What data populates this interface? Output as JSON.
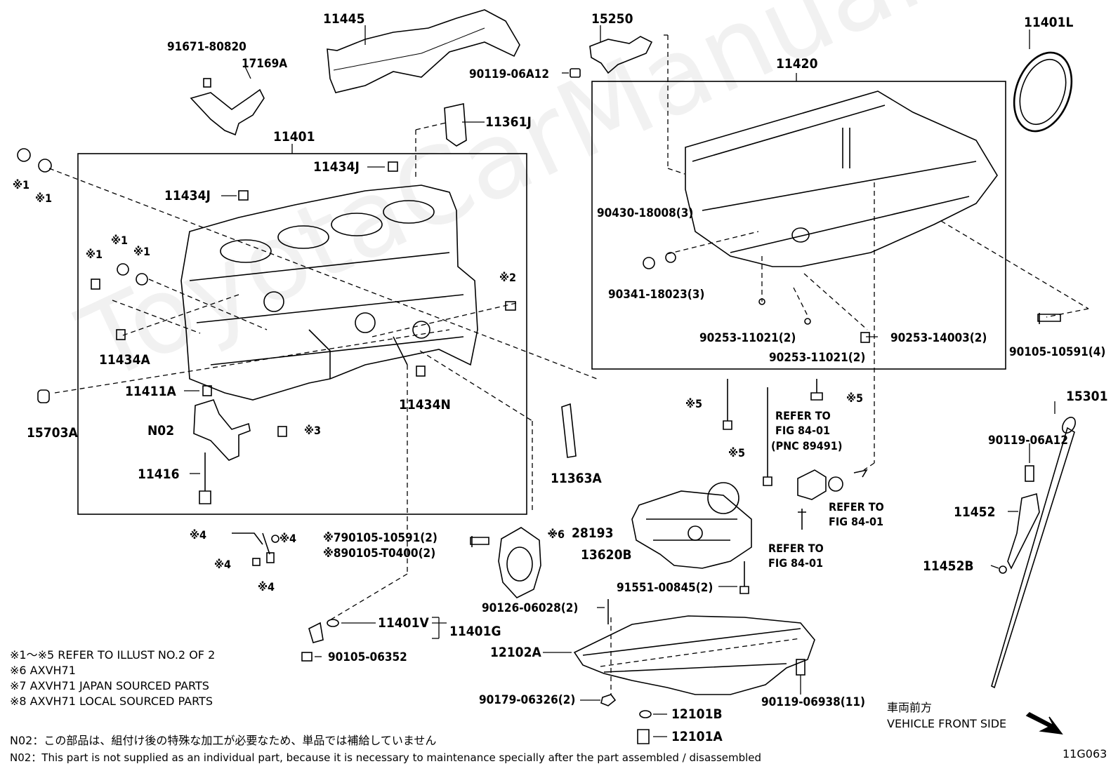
{
  "watermark": "ToyotaCarManual.ru",
  "figure_code": "11G063",
  "front_direction": {
    "jp": "車両前方",
    "en": "VEHICLE FRONT SIDE"
  },
  "labels": {
    "p11445": "11445",
    "p91671_80820": "91671-80820",
    "p17169A": "17169A",
    "p15250": "15250",
    "p90119_06A12_top": "90119-06A12",
    "p11401L": "11401L",
    "p11420": "11420",
    "p11361J": "11361J",
    "p11401": "11401",
    "p11434J_a": "11434J",
    "p11434J_b": "11434J",
    "mark1_a": "※1",
    "mark1_b": "※1",
    "mark1_c": "※1",
    "mark1_d": "※1",
    "mark1_e": "※1",
    "mark2": "※2",
    "mark3": "※3",
    "p11434A": "11434A",
    "p11411A": "11411A",
    "p11434N": "11434N",
    "p15703A": "15703A",
    "pN02": "N02",
    "p11416": "11416",
    "p90430_18008": "90430-18008(3)",
    "p90341_18023": "90341-18023(3)",
    "p90253_11021_a": "90253-11021(2)",
    "p90253_11021_b": "90253-11021(2)",
    "p90253_14003": "90253-14003(2)",
    "p90105_10591_4": "90105-10591(4)",
    "mark5_a": "※5",
    "mark5_b": "※5",
    "mark5_c": "※5",
    "refer1": "REFER TO",
    "refer1b": "FIG 84-01",
    "refer1c": "(PNC 89491)",
    "refer2": "REFER TO",
    "refer2b": "FIG 84-01",
    "refer3": "REFER TO",
    "refer3b": "FIG 84-01",
    "p11363A": "11363A",
    "p15301": "15301",
    "p90119_06A12_right": "90119-06A12",
    "p11452": "11452",
    "p11452B": "11452B",
    "mark4_a": "※4",
    "mark4_b": "※4",
    "mark4_c": "※4",
    "mark4_d": "※4",
    "p90105_10591_2": "※790105-10591(2)",
    "p90105_T0400": "※890105-T0400(2)",
    "mark6": "※6",
    "p28193": "28193",
    "p13620B": "13620B",
    "p91551_00845": "91551-00845(2)",
    "p90126_06028": "90126-06028(2)",
    "p11401V": "11401V",
    "p11401G": "11401G",
    "p90105_06352": "90105-06352",
    "p12102A": "12102A",
    "p90179_06326": "90179-06326(2)",
    "p90119_06938": "90119-06938(11)",
    "p12101B": "12101B",
    "p12101A": "12101A"
  },
  "notes": [
    "※1～※5  REFER TO ILLUST NO.2 OF 2",
    "※6 AXVH71",
    "※7 AXVH71 JAPAN SOURCED PARTS",
    "※8 AXVH71 LOCAL SOURCED PARTS"
  ],
  "footnotes": {
    "jp": "N02：この部品は、組付け後の特殊な加工が必要なため、単品では補給していません",
    "en": "N02：This part is not supplied as an individual part, because it is necessary to maintenance specially after the part assembled / disassembled"
  }
}
